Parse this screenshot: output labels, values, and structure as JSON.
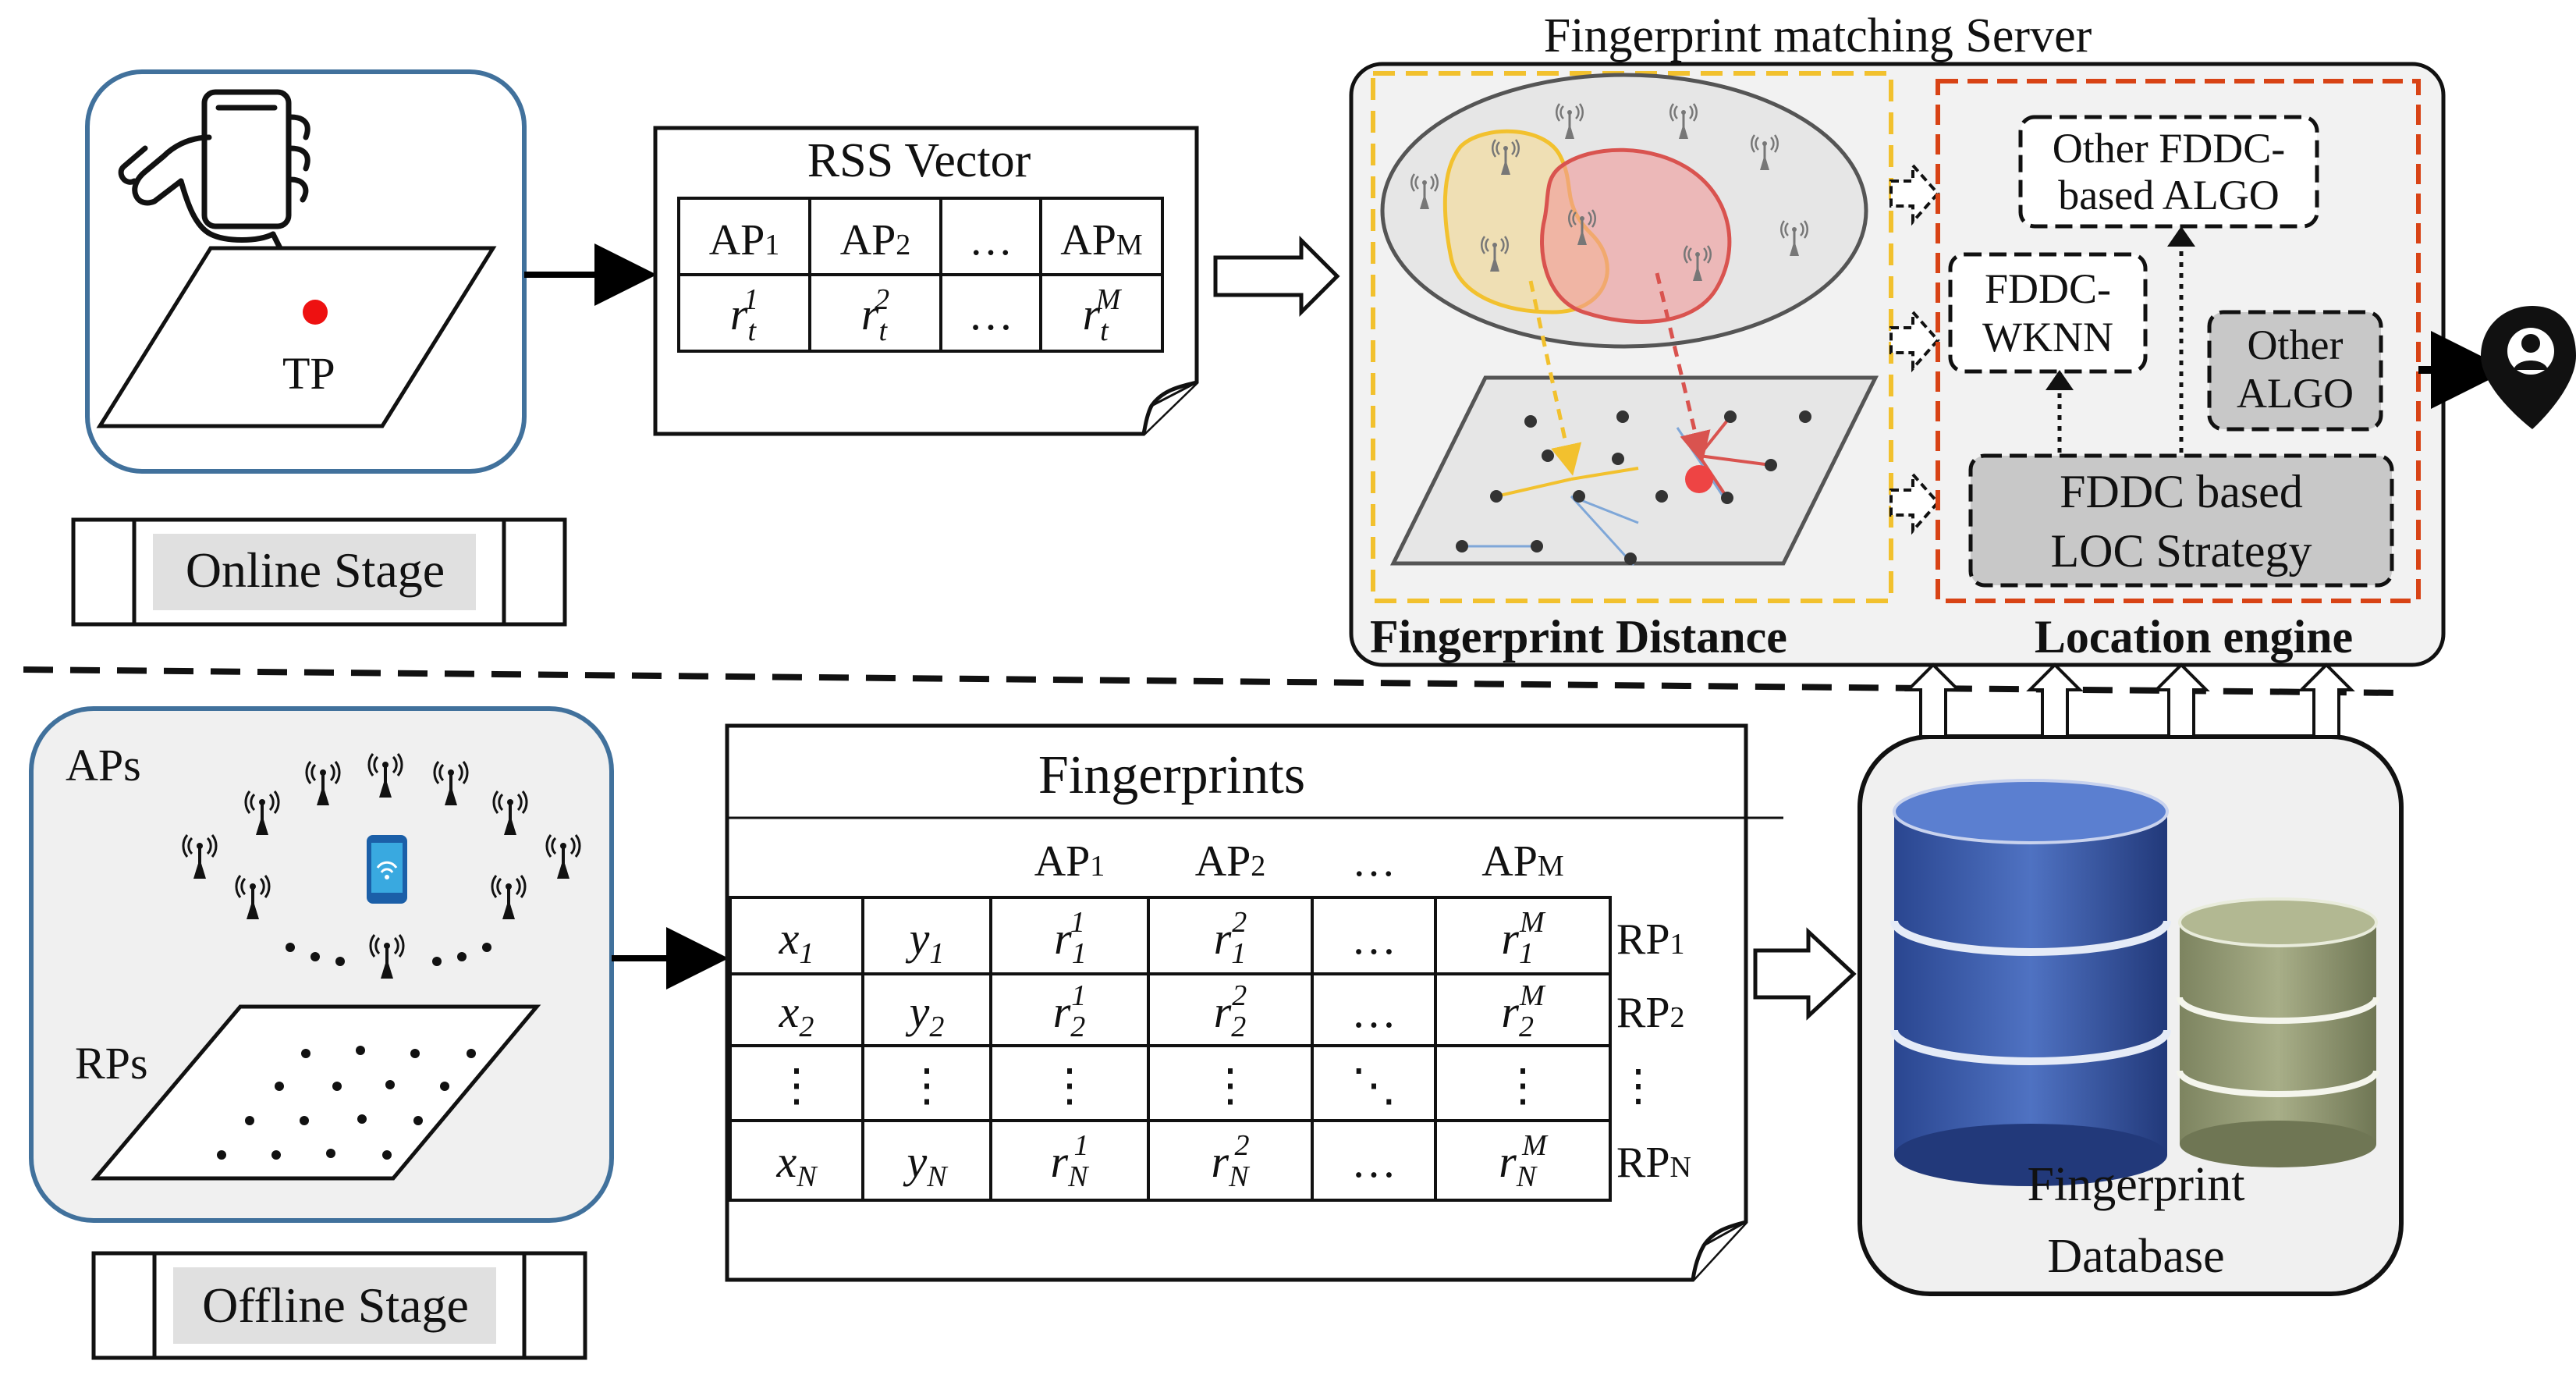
{
  "online": {
    "tp_label": "TP",
    "stage_label": "Online Stage"
  },
  "rss_vector": {
    "title": "RSS Vector",
    "headers": [
      "AP",
      "AP",
      "…",
      "AP"
    ],
    "header_subs": [
      "1",
      "2",
      "",
      "M"
    ],
    "cells": [
      "r",
      "r",
      "…",
      "r"
    ],
    "cell_subs": [
      "t",
      "t",
      "",
      "t"
    ],
    "cell_sups": [
      "1",
      "2",
      "",
      "M"
    ]
  },
  "server": {
    "title": "Fingerprint matching Server",
    "fingerprint_distance_label": "Fingerprint Distance",
    "location_engine_label": "Location engine",
    "box_other_fddc": [
      "Other FDDC-",
      "based ALGO"
    ],
    "box_fddc_wknn": [
      "FDDC-",
      "WKNN"
    ],
    "box_other_algo": [
      "Other",
      "ALGO"
    ],
    "box_fddc_loc": [
      "FDDC based",
      "LOC Strategy"
    ]
  },
  "offline": {
    "aps_label": "APs",
    "rps_label": "RPs",
    "stage_label": "Offline Stage"
  },
  "fingerprints": {
    "title": "Fingerprints",
    "headers": [
      "",
      "",
      "AP",
      "AP",
      "…",
      "AP"
    ],
    "header_subs": [
      "",
      "",
      "1",
      "2",
      "",
      "M"
    ],
    "rows": [
      {
        "x": "x",
        "y": "y",
        "sub": "1",
        "rp": "RP",
        "rp_sub": "1"
      },
      {
        "x": "x",
        "y": "y",
        "sub": "2",
        "rp": "RP",
        "rp_sub": "2"
      },
      {
        "x": "⋮",
        "y": "⋮",
        "sub": "",
        "rp": "⋮",
        "rp_sub": ""
      },
      {
        "x": "x",
        "y": "y",
        "sub": "N",
        "rp": "RP",
        "rp_sub": "N"
      }
    ],
    "r_letter": "r",
    "sups": [
      "1",
      "2",
      "M"
    ]
  },
  "database": {
    "label_line1": "Fingerprint",
    "label_line2": "Database"
  },
  "colors": {
    "stage_border": "#41719c",
    "yellow": "#f2c12e",
    "red": "#e04a4a",
    "orange_dash": "#d84315",
    "db_blue": "#2f4f9e",
    "db_olive": "#8f9770",
    "grey_box": "#c8c8c8"
  }
}
